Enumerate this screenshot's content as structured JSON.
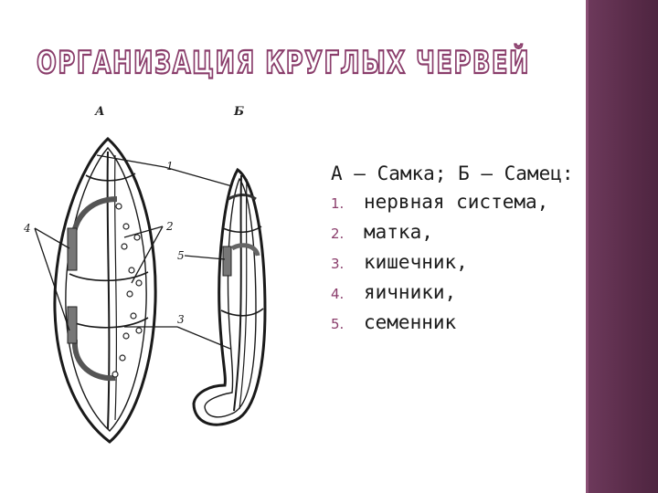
{
  "slide": {
    "title": "ОРГАНИЗАЦИЯ КРУГЛЫХ ЧЕРВЕЙ",
    "accent_color": "#5a2c4a",
    "title_color": "#8a3d6b",
    "number_color": "#8a3d6b"
  },
  "figure": {
    "label_female": "А",
    "label_male": "Б",
    "callouts": [
      "1",
      "2",
      "3",
      "4",
      "5"
    ]
  },
  "legend": {
    "heading": "А – Самка; Б – Самец:",
    "items": [
      {
        "num": "1.",
        "text": "нервная система,"
      },
      {
        "num": "2.",
        "text": "матка,"
      },
      {
        "num": "3.",
        "text": "кишечник,"
      },
      {
        "num": "4.",
        "text": "яичники,"
      },
      {
        "num": "5.",
        "text": "семенник"
      }
    ]
  }
}
